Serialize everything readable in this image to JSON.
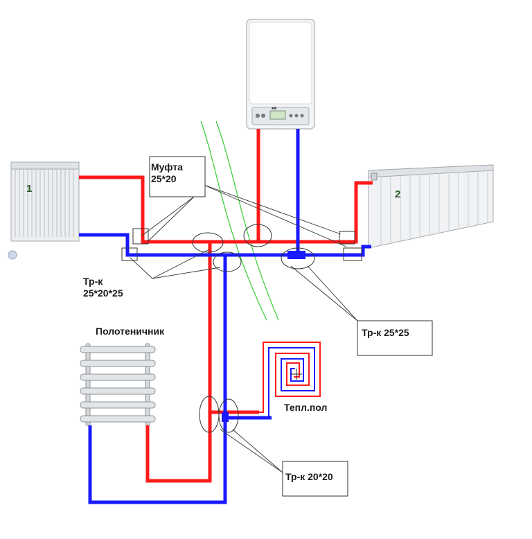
{
  "labels": {
    "radiator1": "1",
    "radiator2": "2",
    "mufta_line1": "Муфта",
    "mufta_line2": "25*20",
    "trk_left_line1": "Тр-к",
    "trk_left_line2": "25*20*25",
    "trk_right": "Тр-к 25*25",
    "towel_rail": "Полотеничник",
    "floor": "Тепл.пол",
    "trk_bottom": "Тр-к 20*20"
  },
  "colors": {
    "supply": "#ff1a1a",
    "return": "#1a1aff",
    "guide": "#33cc33",
    "callout": "#333333"
  }
}
